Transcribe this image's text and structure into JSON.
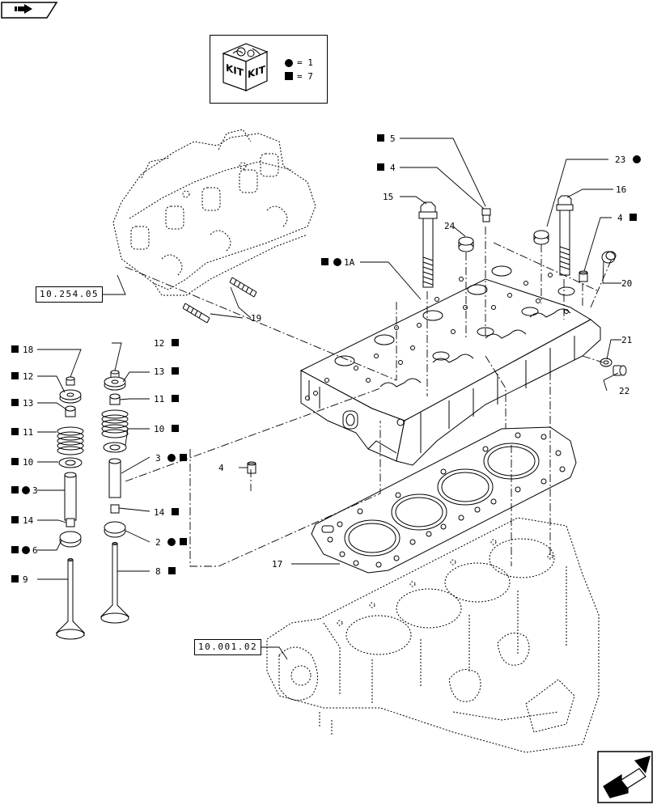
{
  "kit_legend": {
    "kit_word_left": "KIT",
    "kit_word_right": "KIT",
    "circle_entry": "= 1",
    "square_entry": "= 7"
  },
  "references": {
    "manifold_ref": "10.254.05",
    "block_ref": "10.001.02"
  },
  "callouts": [
    {
      "id": "c5",
      "text": "5"
    },
    {
      "id": "c4a",
      "text": "4"
    },
    {
      "id": "c15",
      "text": "15"
    },
    {
      "id": "c24",
      "text": "24"
    },
    {
      "id": "c23",
      "text": "23"
    },
    {
      "id": "c16",
      "text": "16"
    },
    {
      "id": "c4b",
      "text": "4"
    },
    {
      "id": "c20",
      "text": "20"
    },
    {
      "id": "c1a",
      "text": "1A"
    },
    {
      "id": "c19",
      "text": "19"
    },
    {
      "id": "c21",
      "text": "21"
    },
    {
      "id": "c22",
      "text": "22"
    },
    {
      "id": "c18",
      "text": "18"
    },
    {
      "id": "c12l",
      "text": "12"
    },
    {
      "id": "c13l",
      "text": "13"
    },
    {
      "id": "c11l",
      "text": "11"
    },
    {
      "id": "c10l",
      "text": "10"
    },
    {
      "id": "c3l",
      "text": "3"
    },
    {
      "id": "c14l",
      "text": "14"
    },
    {
      "id": "c6",
      "text": "6"
    },
    {
      "id": "c9",
      "text": "9"
    },
    {
      "id": "c12r",
      "text": "12"
    },
    {
      "id": "c13r",
      "text": "13"
    },
    {
      "id": "c11r",
      "text": "11"
    },
    {
      "id": "c10r",
      "text": "10"
    },
    {
      "id": "c3r",
      "text": "3"
    },
    {
      "id": "c4c",
      "text": "4"
    },
    {
      "id": "c14r",
      "text": "14"
    },
    {
      "id": "c2",
      "text": "2"
    },
    {
      "id": "c8",
      "text": "8"
    },
    {
      "id": "c17",
      "text": "17"
    }
  ]
}
